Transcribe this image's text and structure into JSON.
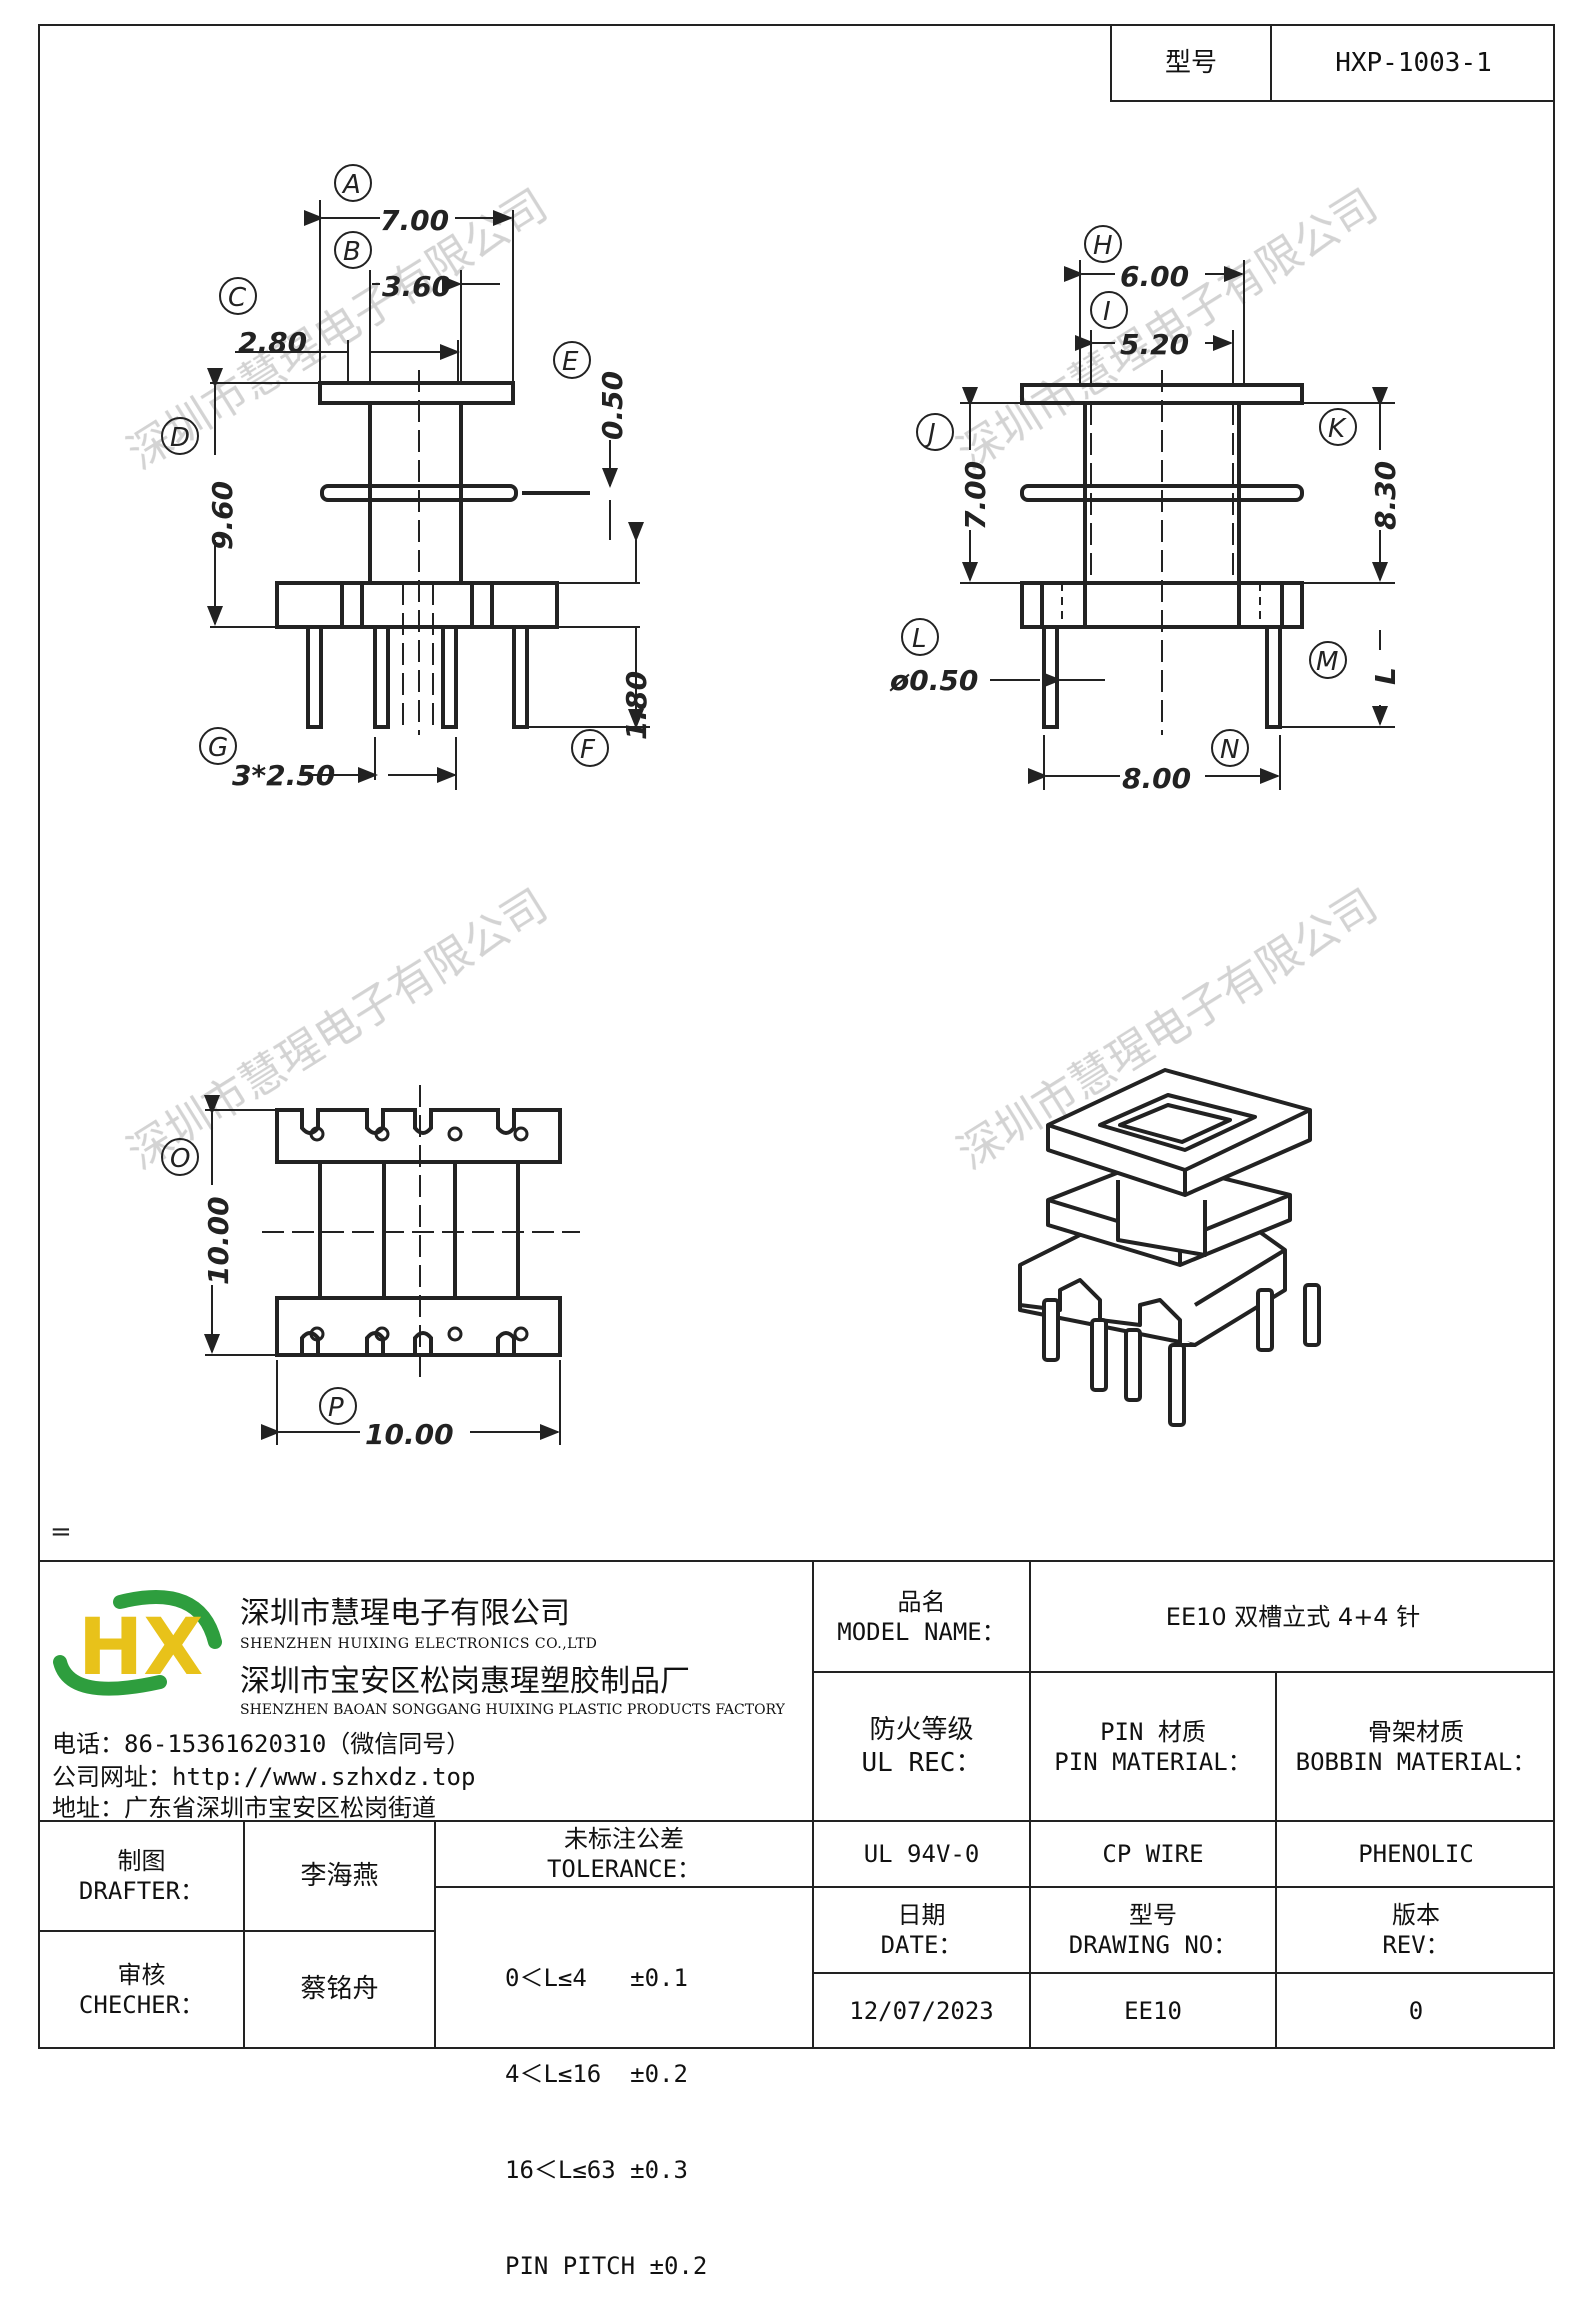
{
  "header": {
    "model_label": "型号",
    "model_value": "HXP-1003-1"
  },
  "drawing": {
    "front": {
      "dim_a": "7.00",
      "dim_b": "3.60",
      "dim_c": "2.80",
      "dim_d": "9.60",
      "dim_e": "0.50",
      "dim_f": "1.80",
      "dim_g": "3*2.50",
      "marks": [
        "A",
        "B",
        "C",
        "D",
        "E",
        "F",
        "G"
      ]
    },
    "side": {
      "dim_h": "6.00",
      "dim_i": "5.20",
      "dim_j": "7.00",
      "dim_k": "8.30",
      "dim_l": "ø0.50",
      "dim_m": "L",
      "dim_n": "8.00",
      "marks": [
        "H",
        "I",
        "J",
        "K",
        "L",
        "M",
        "N"
      ]
    },
    "bottom": {
      "dim_o": "10.00",
      "dim_p": "10.00",
      "marks": [
        "O",
        "P"
      ]
    },
    "watermark": "深圳市慧瑆电子有限公司",
    "stray_mark": "="
  },
  "company": {
    "logo_text": "HX",
    "name_cn": "深圳市慧瑆电子有限公司",
    "name_en": "SHENZHEN HUIXING ELECTRONICS CO.,LTD",
    "factory_cn": "深圳市宝安区松岗惠瑆塑胶制品厂",
    "factory_en": "SHENZHEN BAOAN SONGGANG HUIXING PLASTIC PRODUCTS FACTORY",
    "phone": "电话：86-15361620310（微信同号）",
    "website": "公司网址：http://www.szhxdz.top",
    "address": "地址：广东省深圳市宝安区松岗街道"
  },
  "title_block": {
    "model_name_label_cn": "品名",
    "model_name_label_en": "MODEL NAME：",
    "model_name_value": "EE10 双槽立式 4+4 针",
    "ul_label_cn": "防火等级",
    "ul_label_en": "UL REC：",
    "pin_label_cn": "PIN 材质",
    "pin_label_en": "PIN MATERIAL：",
    "bobbin_label_cn": "骨架材质",
    "bobbin_label_en": "BOBBIN MATERIAL：",
    "ul_value": "UL 94V-0",
    "pin_value": "CP WIRE",
    "bobbin_value": "PHENOLIC",
    "date_label_cn": "日期",
    "date_label_en": "DATE：",
    "drawing_no_label_cn": "型号",
    "drawing_no_label_en": "DRAWING NO：",
    "rev_label_cn": "版本",
    "rev_label_en": "REV：",
    "date_value": "12/07/2023",
    "drawing_no_value": "EE10",
    "rev_value": "0",
    "drafter_label_cn": "制图",
    "drafter_label_en": "DRAFTER：",
    "drafter_name": "李海燕",
    "checker_label_cn": "审核",
    "checker_label_en": "CHECHER：",
    "checker_name": "蔡铭舟",
    "tolerance_label_cn": "未标注公差",
    "tolerance_label_en": "TOLERANCE：",
    "tolerances": [
      "0＜L≤4   ±0.1",
      "4＜L≤16  ±0.2",
      "16＜L≤63 ±0.3",
      "PIN PITCH ±0.2"
    ]
  },
  "colors": {
    "line": "#222222",
    "logo_green": "#2e9e3e",
    "logo_yellow": "#e8c21a",
    "watermark": "#c8c8c8"
  }
}
